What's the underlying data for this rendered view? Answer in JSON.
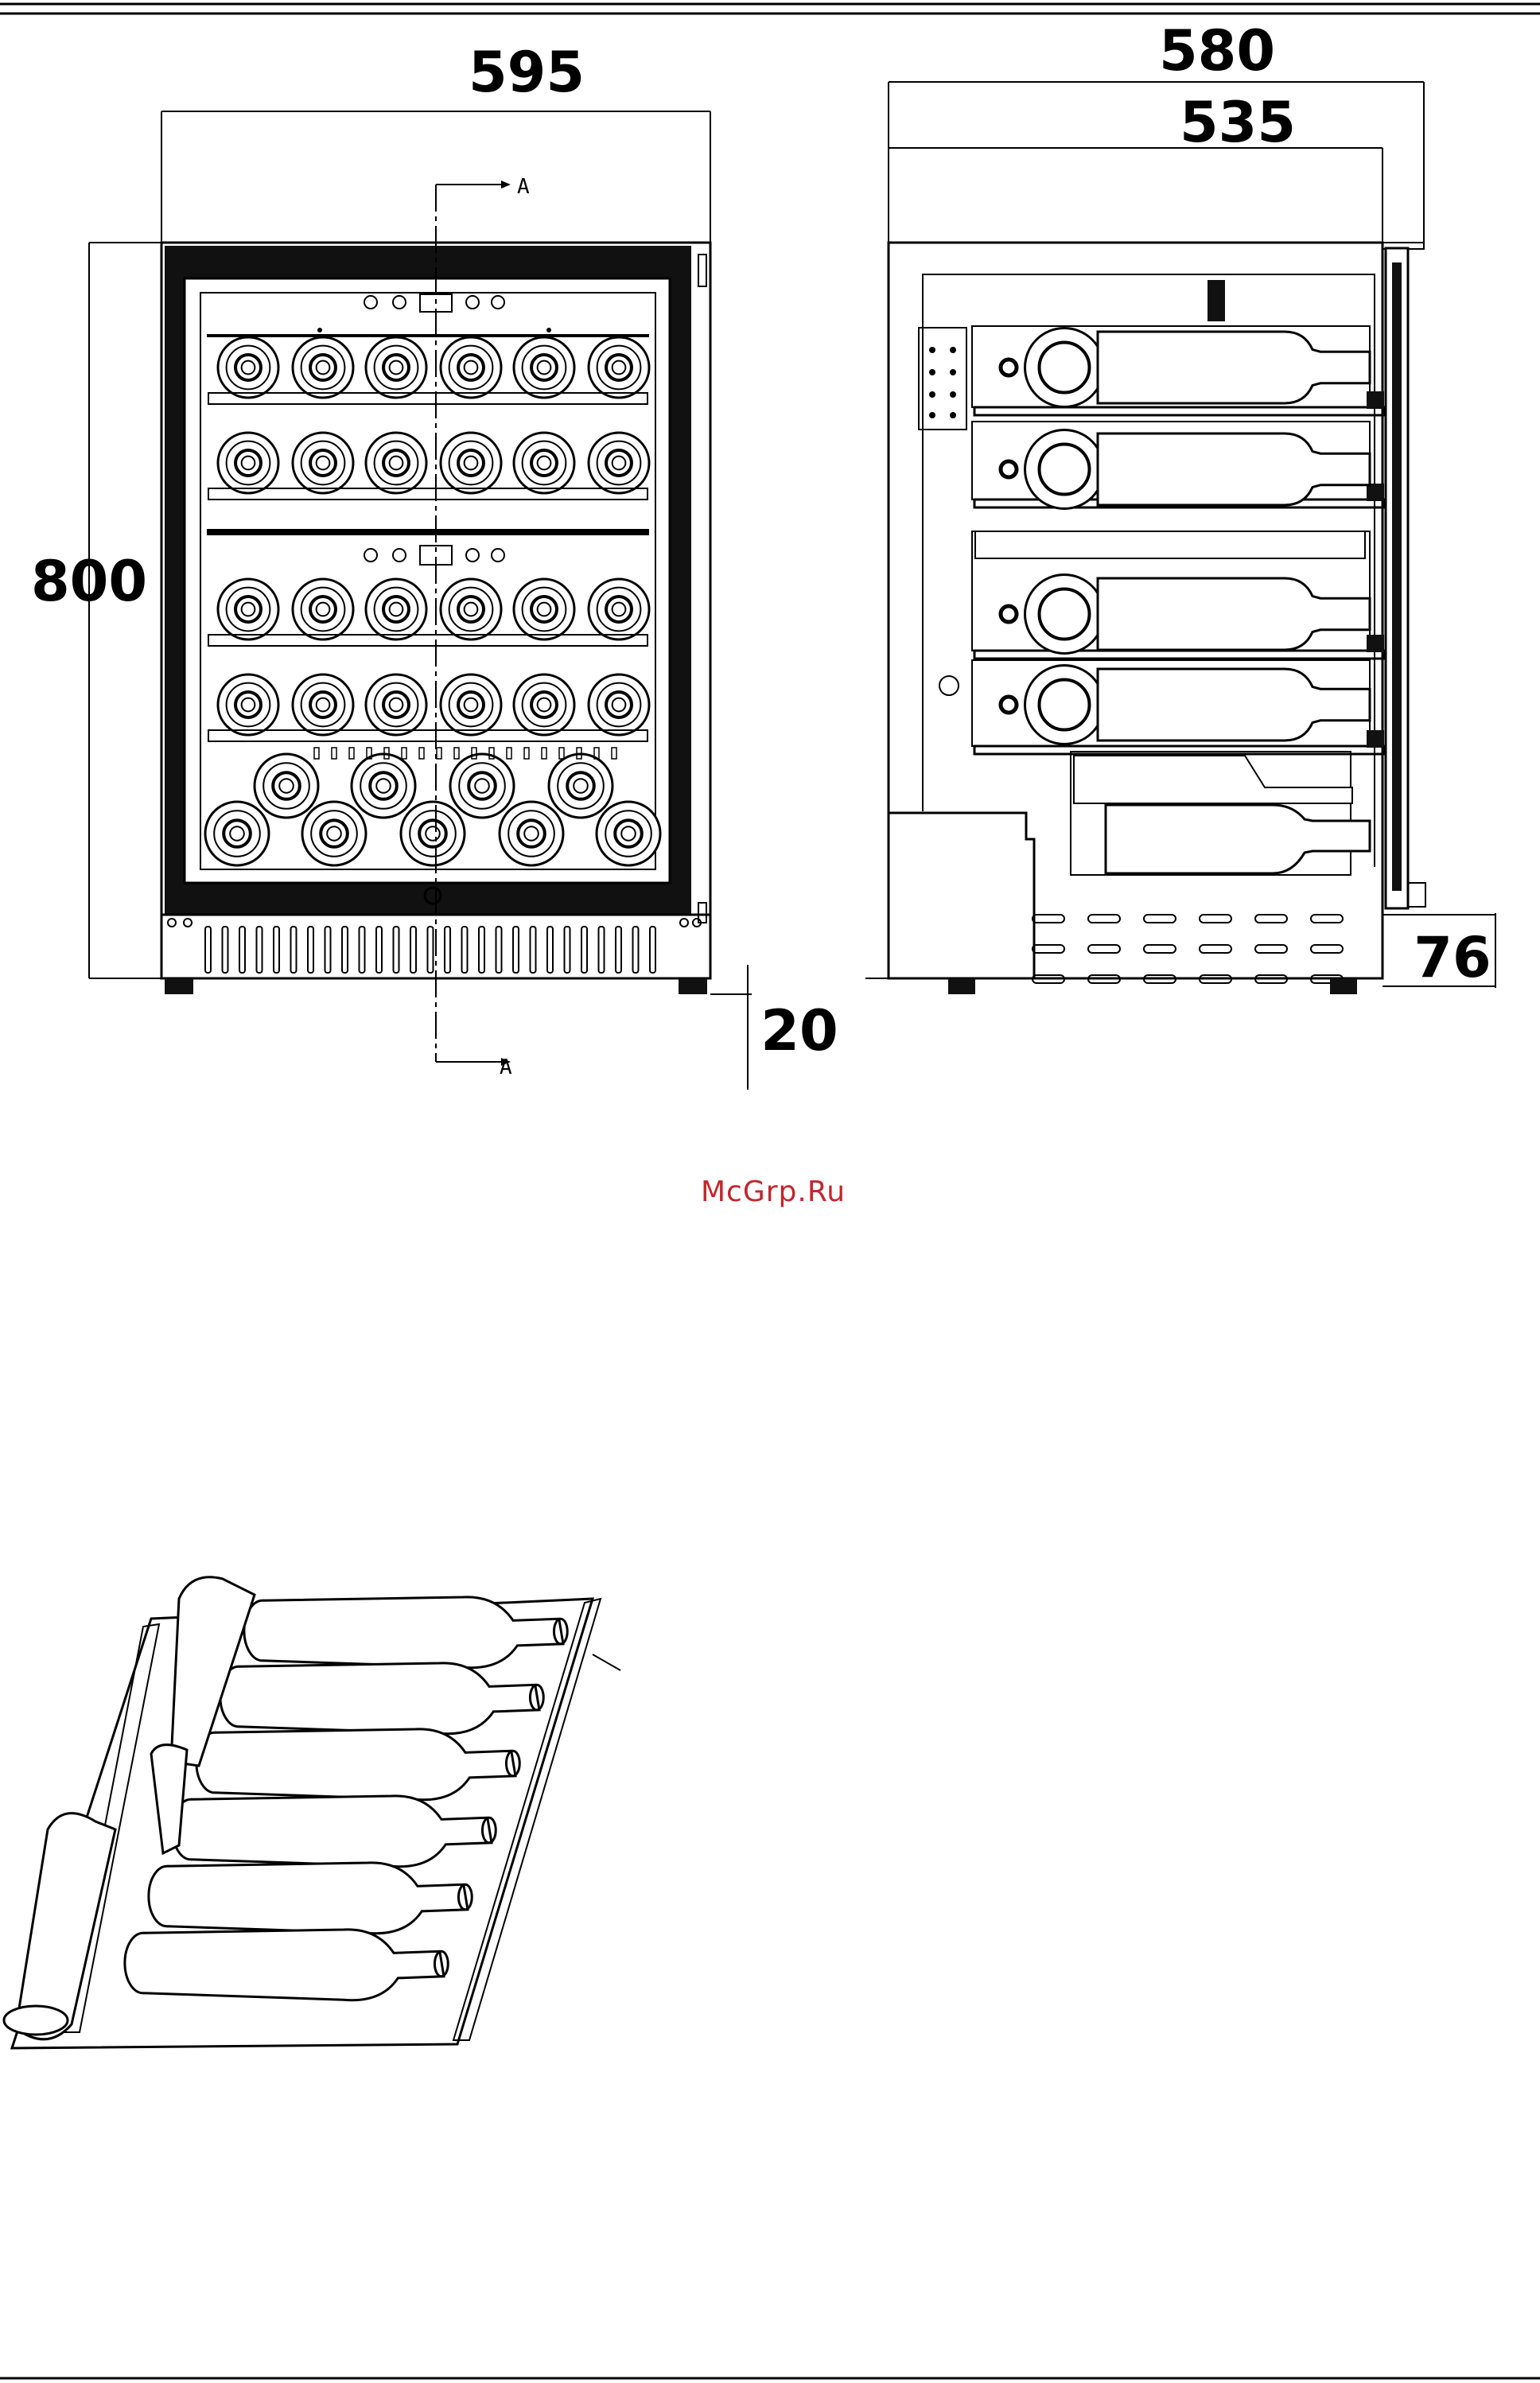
{
  "dimensions": {
    "width_front": "595",
    "depth_total": "580",
    "depth_body": "535",
    "height": "800",
    "feet": "20",
    "door_offset": "76"
  },
  "section_marks": {
    "top": "A",
    "bottom": "A"
  },
  "watermark": "McGrp.Ru"
}
